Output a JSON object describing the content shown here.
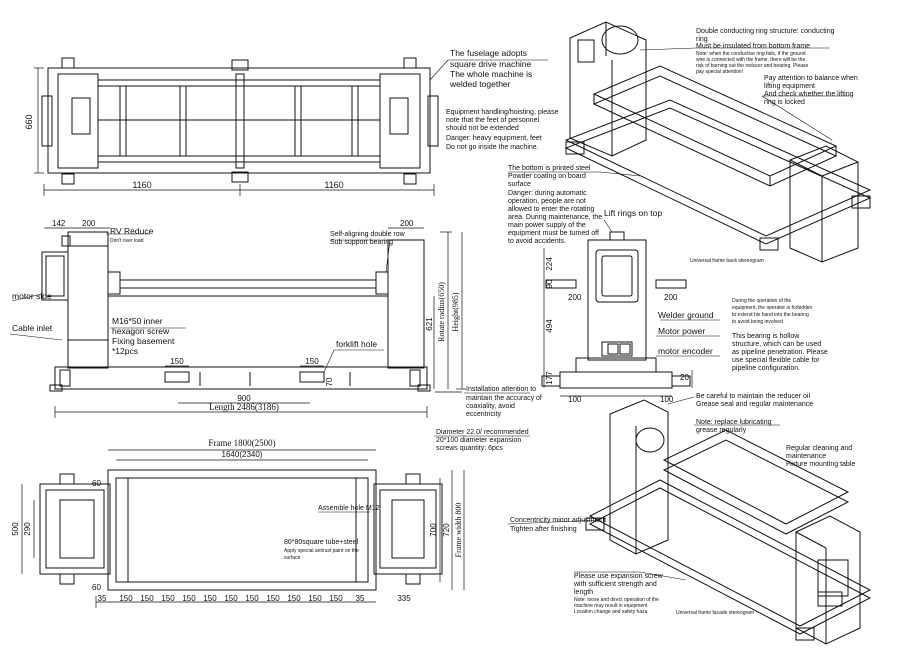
{
  "views": {
    "top": {
      "dim_height": "660",
      "dim_left": "1160",
      "dim_right": "1160",
      "note_fuselage_1": "The fuselage adopts",
      "note_fuselage_2": "square drive machine",
      "note_fuselage_3": "The whole machine is",
      "note_fuselage_4": "welded together",
      "note_handling_1": "Equipment handling/hoisting, please",
      "note_handling_2": "note that the feet of personnel",
      "note_handling_3": "should not be extended",
      "note_danger_1": "Danger: heavy equipment, feet",
      "note_danger_2": "Do not go inside the machine."
    },
    "front": {
      "dim_142": "142",
      "dim_200_left": "200",
      "dim_200_right": "200",
      "rv_reduce": "RV Reduce",
      "rv_sub": "Don't over load",
      "self_align_1": "Self-aligning double row",
      "self_align_2": "Sub support bearing",
      "motor_side": "motor side",
      "cable_inlet": "Cable inlet",
      "m16_1": "M16*50 inner",
      "m16_2": "hexagon screw",
      "m16_3": "Fixing basement",
      "m16_4": "*12pcs",
      "dim_150_a": "150",
      "dim_150_b": "150",
      "forklift": "forklift hole",
      "dim_70": "70",
      "dim_900": "900",
      "length": "Length 2486(3186)",
      "rotate_radius": "Rotate radius(650)",
      "dim_621": "621",
      "height": "Height(985)",
      "install_1": "Installation attention to",
      "install_2": "maintain the accuracy of",
      "install_3": "coaxiality, avoid",
      "install_4": "eccentricity"
    },
    "side": {
      "lift_rings": "Lift rings on top",
      "dim_224": "224",
      "dim_90": "90",
      "dim_494": "494",
      "dim_177": "177",
      "dim_200_a": "200",
      "dim_200_b": "200",
      "dim_100_a": "100",
      "dim_100_b": "100",
      "dim_20": "20",
      "welder_ground": "Welder ground",
      "motor_power": "Motor power",
      "motor_encoder": "motor encoder",
      "note_bottom_1": "The bottom is printed steel",
      "note_bottom_2": "Powder coating on board",
      "note_bottom_3": "surface",
      "note_auto_1": "Danger: during automatic",
      "note_auto_2": "operation, people are not",
      "note_auto_3": "allowed to enter the rotating",
      "note_auto_4": "area. During maintenance, the",
      "note_auto_5": "main power supply of the",
      "note_auto_6": "equipment must be turned off",
      "note_auto_7": "to avoid accidents.",
      "note_operation_1": "During the operation of the",
      "note_operation_2": "equipment, the operator is forbidden",
      "note_operation_3": "to extend his hand into the bearing",
      "note_operation_4": "to avoid being involved",
      "note_hollow_1": "This bearing is hollow",
      "note_hollow_2": "structure, which can be used",
      "note_hollow_3": "as pipeline penetration. Please",
      "note_hollow_4": "use special flexible cable for",
      "note_hollow_5": "pipeline configuration."
    },
    "plan": {
      "frame": "Frame 1800(2500)",
      "dim_1640": "1640(2340)",
      "dim_60_top": "60",
      "dim_60_bottom": "60",
      "dim_500": "500",
      "dim_290": "290",
      "dim_700": "700",
      "dim_720": "720",
      "frame_width": "Frame width 800",
      "assemble_hole": "Assemble hole M12",
      "tube_1": "80*80square tube+steel",
      "tube_2": "Apply special antirust paint on the",
      "tube_3": "surface",
      "diameter_1": "Diameter 22.0/ recommended",
      "diameter_2": "20*100 diameter expansion",
      "diameter_3": "screws quantity: 6pcs",
      "bottom_dims": [
        "35",
        "150",
        "150",
        "150",
        "150",
        "150",
        "150",
        "150",
        "150",
        "150",
        "150",
        "150",
        "35",
        "335"
      ]
    },
    "iso_top": {
      "double_ring_1": "Double conducting ring structure: conducting",
      "double_ring_2": "ring",
      "double_ring_3": "Must be insulated from bottom frame",
      "double_ring_4": "Note: when the conductive ring fails, if the ground",
      "double_ring_5": "wire is connected with the frame, there will be the",
      "double_ring_6": "risk of burning out the reducer and bearing. Please",
      "double_ring_7": "pay special attention!",
      "balance_1": "Pay attention to balance when",
      "balance_2": "lifting equipment",
      "balance_3": "And check whether the lifting",
      "balance_4": "ring is locked",
      "caption": "Universal frame back stereogram"
    },
    "iso_bottom": {
      "reducer_1": "Be careful to maintain the reducer oil",
      "reducer_2": "Grease seal and regular maintenance",
      "lubricate_1": "Note: replace lubricating",
      "lubricate_2": "grease regularly",
      "cleaning_1": "Regular cleaning and",
      "cleaning_2": "maintenance",
      "cleaning_3": "Fixture mounting table",
      "concentric_1": "Concentricity minor adjustment",
      "concentric_2": "Tighten after finishing",
      "expansion_1": "Please use expansion screw",
      "expansion_2": "with sufficient strength and",
      "expansion_3": "length",
      "expansion_4": "Note: loose and direct operation of the",
      "expansion_5": "machine may result in equipment",
      "expansion_6": "Location change and safety haza",
      "caption": "Universal frame facade stereogram"
    }
  }
}
